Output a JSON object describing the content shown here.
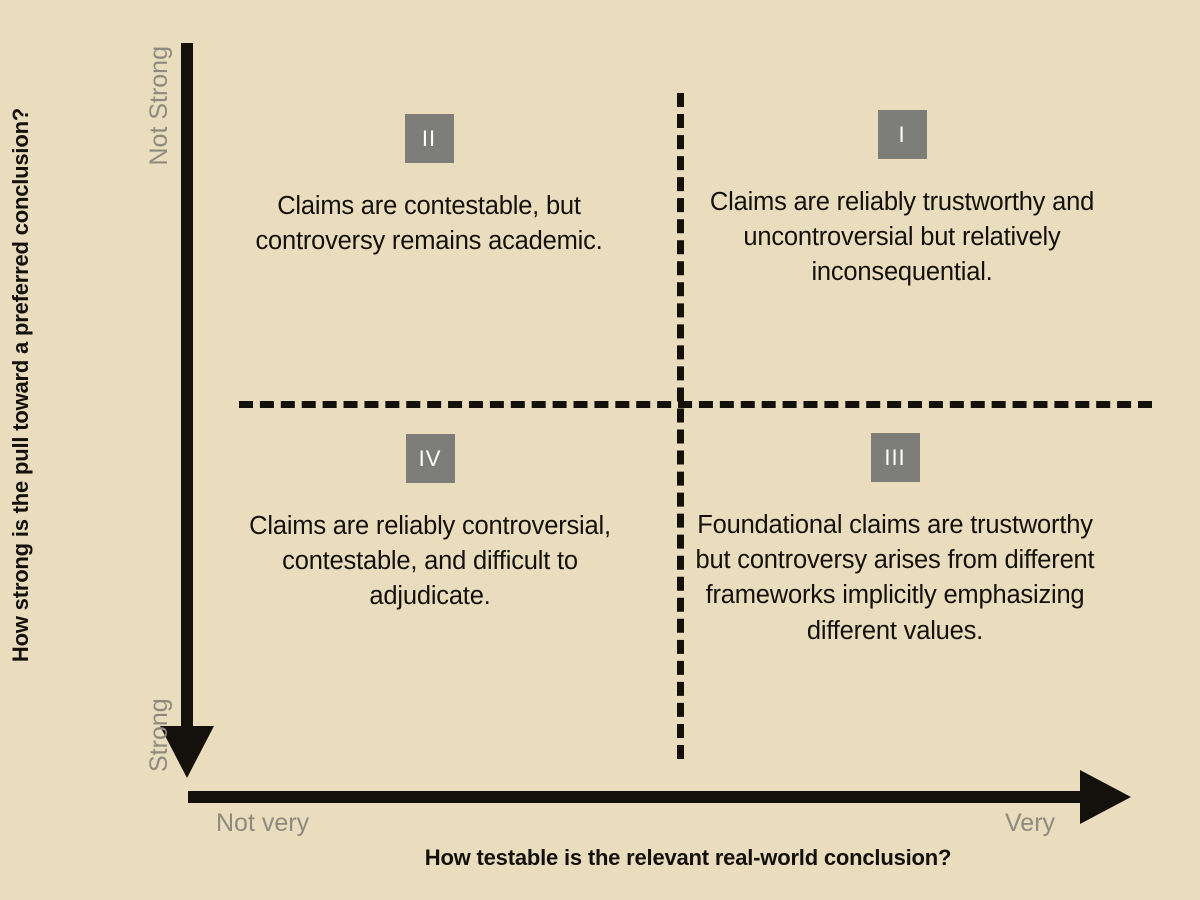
{
  "chart_data": {
    "type": "diagram",
    "subtype": "2x2-quadrant-matrix",
    "title": "",
    "xlabel": "How testable is the relevant real-world conclusion?",
    "ylabel": "How strong is the pull toward a preferred conclusion?",
    "x_axis_low_label": "Not very",
    "x_axis_high_label": "Very",
    "y_axis_top_label": "Not Strong",
    "y_axis_bottom_label": "Strong",
    "x_direction": "left-to-right arrow (low to high testability)",
    "y_direction": "top-to-bottom arrow (not strong to strong pull)",
    "grid": false,
    "legend": "none",
    "quadrants": [
      {
        "id": "I",
        "position": "top-right",
        "x": "high testability",
        "y": "weak pull",
        "text": "Claims are reliably trustworthy and uncontroversial but relatively inconsequential."
      },
      {
        "id": "II",
        "position": "top-left",
        "x": "low testability",
        "y": "weak pull",
        "text": "Claims are contestable, but controversy remains academic."
      },
      {
        "id": "III",
        "position": "bottom-right",
        "x": "high testability",
        "y": "strong pull",
        "text": "Foundational claims are trustworthy but controversy arises from different frameworks implicitly emphasizing different values."
      },
      {
        "id": "IV",
        "position": "bottom-left",
        "x": "low testability",
        "y": "strong pull",
        "text": "Claims are reliably controversial, contestable, and difficult to adjudicate."
      }
    ]
  },
  "axes": {
    "y_title": "How strong is the pull toward a preferred conclusion?",
    "x_title": "How testable is the relevant real-world conclusion?",
    "y_top": "Not Strong",
    "y_bottom": "Strong",
    "x_left": "Not very",
    "x_right": "Very"
  },
  "quadrants": {
    "q1": {
      "numeral": "I",
      "text": "Claims are reliably trustworthy and uncontroversial but relatively inconsequential."
    },
    "q2": {
      "numeral": "II",
      "text": "Claims are contestable, but controversy remains academic."
    },
    "q3": {
      "numeral": "III",
      "text": "Foundational claims are trustworthy but controversy arises from different frameworks implicitly emphasizing different values."
    },
    "q4": {
      "numeral": "IV",
      "text": "Claims are reliably controversial, contestable, and difficult to adjudicate."
    }
  },
  "colors": {
    "background": "#e9ddbd",
    "ink": "#14110c",
    "badge_background": "#7d7d7a",
    "badge_text": "#ffffff",
    "muted_label": "#8d8a80"
  }
}
